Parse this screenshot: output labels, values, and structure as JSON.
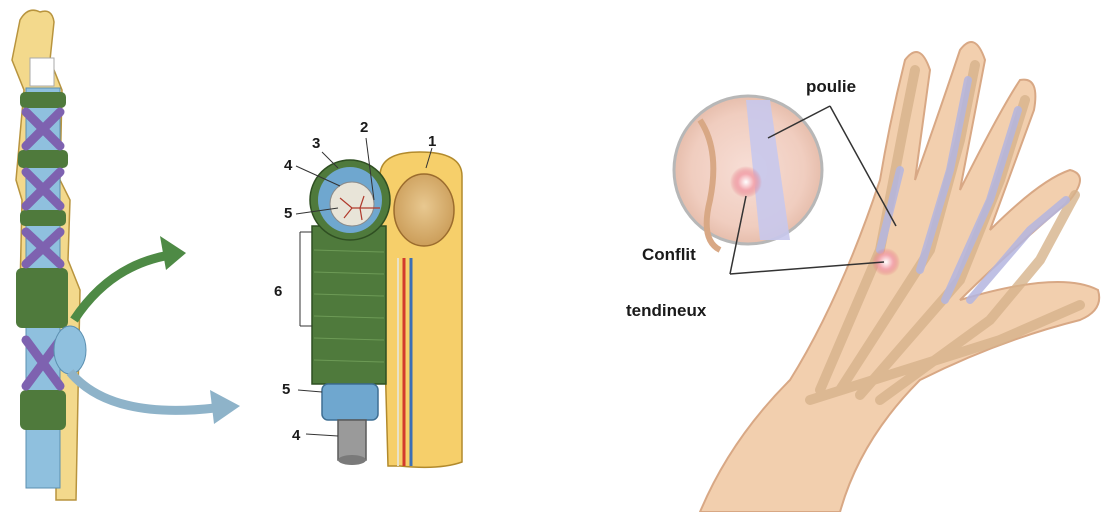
{
  "sheath": {
    "labels": [
      "1",
      "2",
      "3",
      "4",
      "5",
      "6",
      "5",
      "4"
    ]
  },
  "hand": {
    "pulley_label": "poulie",
    "conflict_label_line1": "Conflit",
    "conflict_label_line2": "tendineux"
  },
  "colors": {
    "bone": "#f3d98c",
    "sheath_blue": "#7fb3d6",
    "sheath_green": "#4f7a3c",
    "cross_purple": "#7e62b0",
    "skin": "#f2cfae",
    "arrow_green": "#4e8a45",
    "arrow_blue": "#8eb3c9"
  }
}
